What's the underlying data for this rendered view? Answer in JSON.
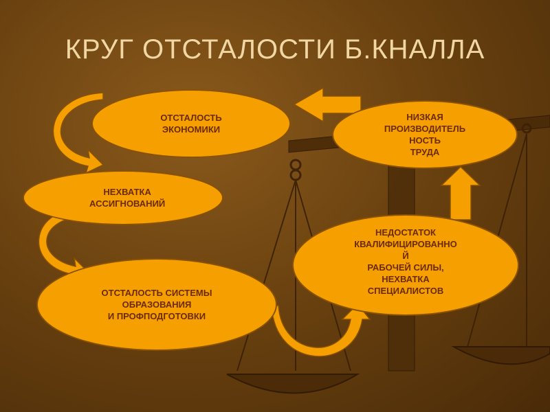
{
  "title": "КРУГ ОТСТАЛОСТИ Б.КНАЛЛА",
  "nodes": {
    "economy": "ОТСТАЛОСТЬ\nЭКОНОМИКИ",
    "funding": "НЕХВАТКА\nАССИГНОВАНИЙ",
    "education": "ОТСТАЛОСТЬ СИСТЕМЫ\nОБРАЗОВАНИЯ\nИ ПРОФПОДГОТОВКИ",
    "productivity": "НИЗКАЯ\nПРОИЗВОДИТЕЛЬ\nНОСТЬ\nТРУДА",
    "workforce": "НЕДОСТАТОК\nКВАЛИФИЦИРОВАННО\nЙ\nРАБОЧЕЙ СИЛЫ,\nНЕХВАТКА\nСПЕЦИАЛИСТОВ"
  },
  "colors": {
    "node_fill": "#f5a000",
    "node_text": "#6b2a00",
    "arrow_fill": "#f5a000",
    "title": "#f1d7a3"
  }
}
